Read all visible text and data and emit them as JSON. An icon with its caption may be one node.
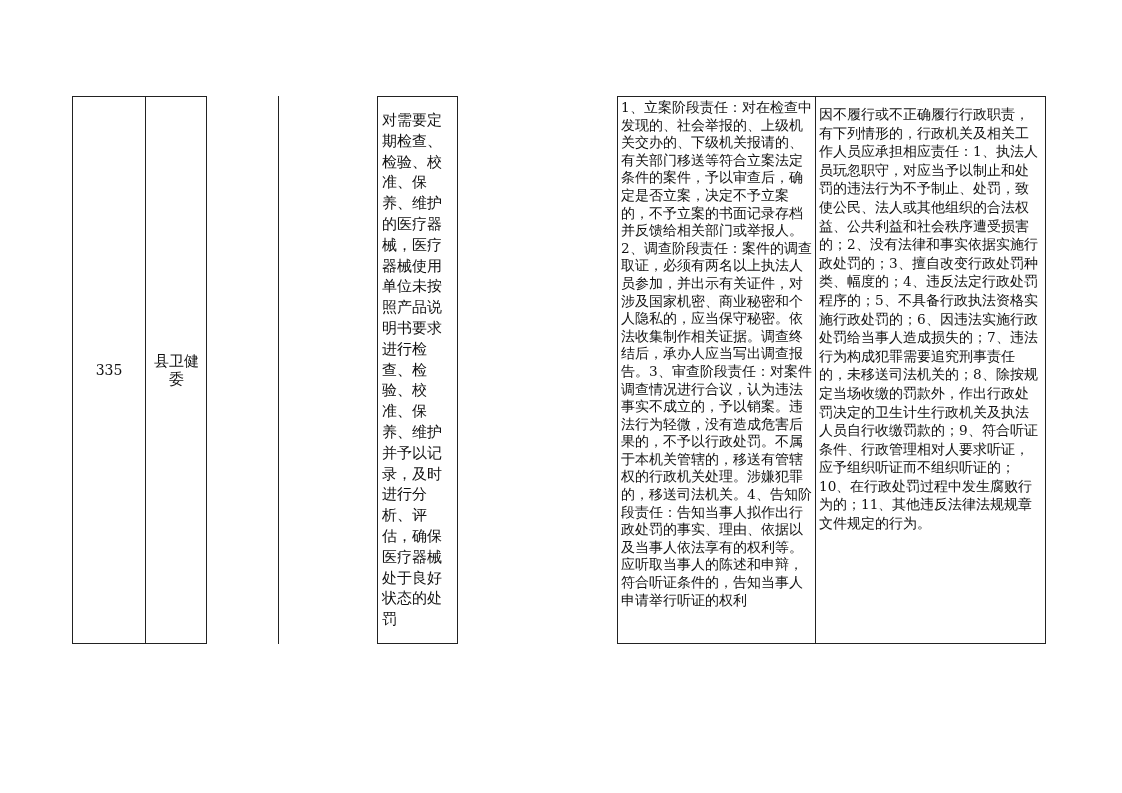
{
  "diagram": {
    "labels": [
      "335",
      "县卫健委",
      "对需要定期检查、检验、校准、保养、维护的医疗器械，医疗器械使用单位未按照产品说明书要求进行检查、检验、校准、保养、维护并予以记录，及时进行分析、评估，确保医疗器械处于良好状态的处罚",
      "1、立案阶段责任：对在检查中发现的、社会举报的、上级机关交办的、下级机关报请的、有关部门移送等符合立案法定条件的案件，予以审查后，确定是否立案，决定不予立案的，不予立案的书面记录存档并反馈给相关部门或举报人。2、调查阶段责任：案件的调查取证，必须有两名以上执法人员参加，并出示有关证件，对涉及国家机密、商业秘密和个人隐私的，应当保守秘密。依法收集制作相关证据。调查终结后，承办人应当写出调查报告。3、审查阶段责任：对案件调查情况进行合议，认为违法事实不成立的，予以销案。违法行为轻微，没有造成危害后果的，不予以行政处罚。不属于本机关管辖的，移送有管辖权的行政机关处理。涉嫌犯罪的，移送司法机关。4、告知阶段责任：告知当事人拟作出行政处罚的事实、理由、依据以及当事人依法享有的权利等。应听取当事人的陈述和申辩，符合听证条件的，告知当事人申请举行听证的权利",
      "因不履行或不正确履行行政职责，有下列情形的，行政机关及相关工作人员应承担相应责任：1、执法人员玩忽职守，对应当予以制止和处罚的违法行为不予制止、处罚，致使公民、法人或其他组织的合法权益、公共利益和社会秩序遭受损害的；2、没有法律和事实依据实施行政处罚的；3、擅自改变行政处罚种类、幅度的；4、违反法定行政处罚程序的；5、不具备行政执法资格实施行政处罚的；6、因违法实施行政处罚给当事人造成损失的；7、违法行为构成犯罪需要追究刑事责任的，未移送司法机关的；8、除按规定当场收缴的罚款外，作出行政处罚决定的卫生计生行政机关及执法人员自行收缴罚款的；9、符合听证条件、行政管理相对人要求听证，应予组织听证而不组织听证的；10、在行政处罚过程中发生腐败行为的；11、其他违反法律法规规章文件规定的行为。"
    ]
  }
}
